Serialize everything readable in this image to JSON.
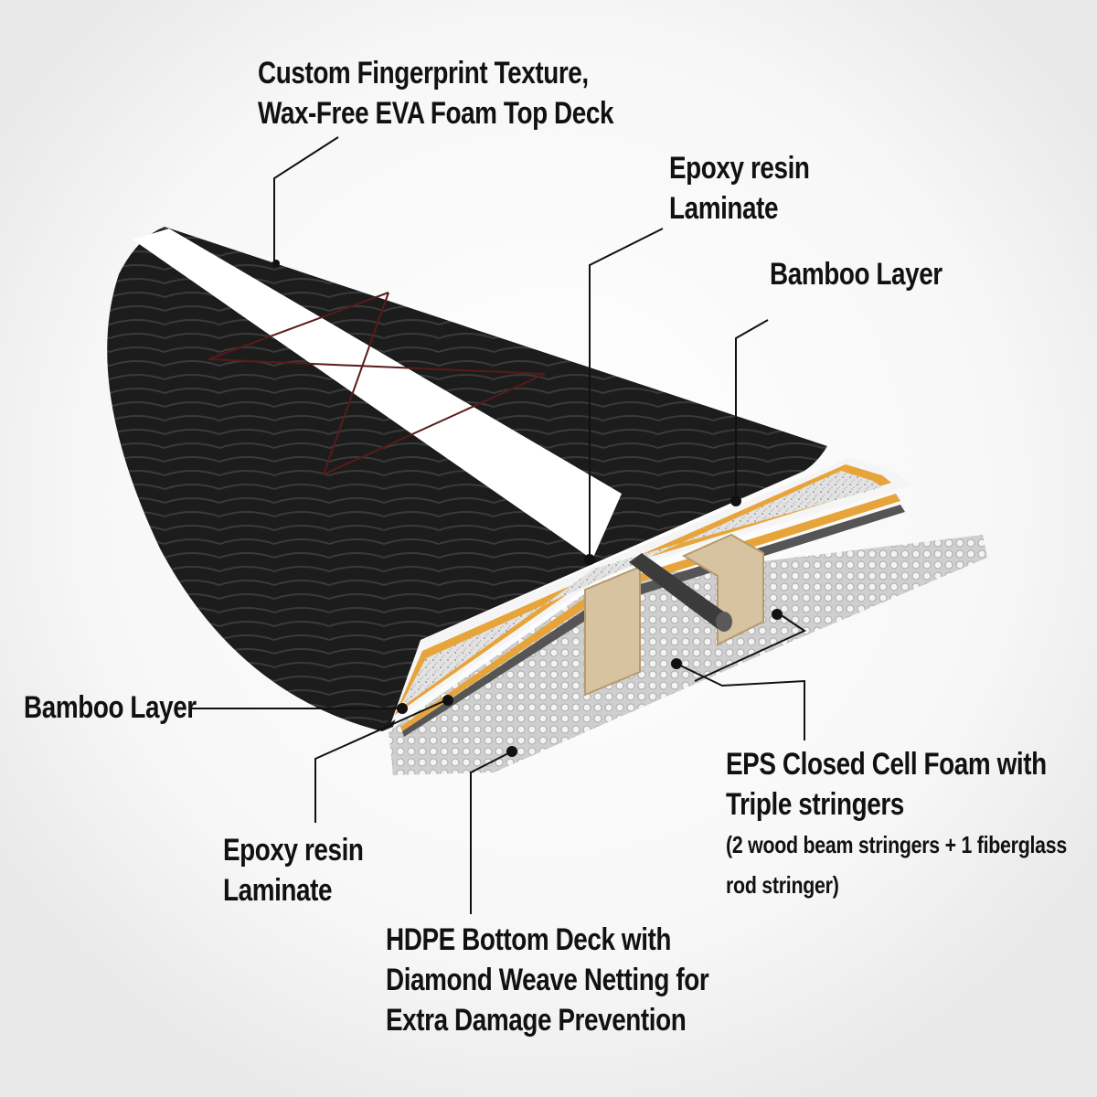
{
  "labels": {
    "top_deck": {
      "line1": "Custom Fingerprint Texture,",
      "line2": "Wax-Free EVA Foam Top Deck"
    },
    "epoxy_top": {
      "line1": "Epoxy resin",
      "line2": "Laminate"
    },
    "bamboo_top": {
      "line1": "Bamboo Layer"
    },
    "bamboo_left": {
      "line1": "Bamboo Layer"
    },
    "epoxy_bottom": {
      "line1": "Epoxy resin",
      "line2": "Laminate"
    },
    "eps_foam": {
      "line1": "EPS Closed Cell Foam with",
      "line2": "Triple stringers",
      "line3": "(2 wood beam stringers + 1 fiberglass",
      "line4": "rod stringer)"
    },
    "hdpe": {
      "line1": "HDPE Bottom Deck with",
      "line2": "Diamond Weave Netting for",
      "line3": "Extra Damage Prevention"
    }
  },
  "colors": {
    "deck": "#1c1c1c",
    "stripe": "#ffffff",
    "bamboo": "#e7a43a",
    "foam": "#dcdcdc",
    "netting": "#c8c8c8",
    "wood_stringer": "#d8c3a0",
    "rod": "#3b3b3b",
    "leader": "#111111"
  }
}
